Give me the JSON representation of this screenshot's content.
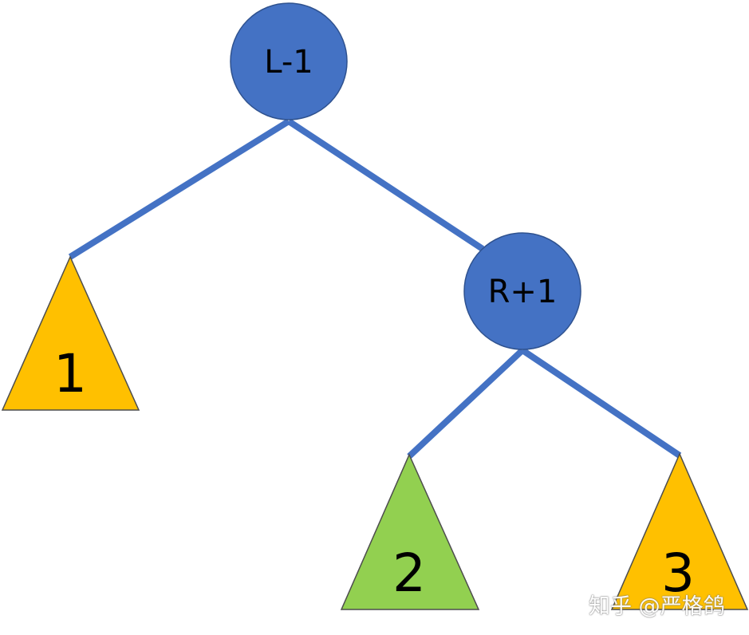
{
  "tree": {
    "root": {
      "label": "L-1"
    },
    "right_child": {
      "label": "R+1"
    },
    "subtrees": [
      {
        "label": "1"
      },
      {
        "label": "2"
      },
      {
        "label": "3"
      }
    ]
  },
  "colors": {
    "node_fill": "#4472C4",
    "node_stroke": "#2F528F",
    "edge": "#4472C4",
    "subtree_orange": "#FFC000",
    "subtree_green": "#92D050",
    "subtree_stroke": "#4D4D4D"
  },
  "watermark": {
    "text": "知乎 @严格鸽"
  }
}
